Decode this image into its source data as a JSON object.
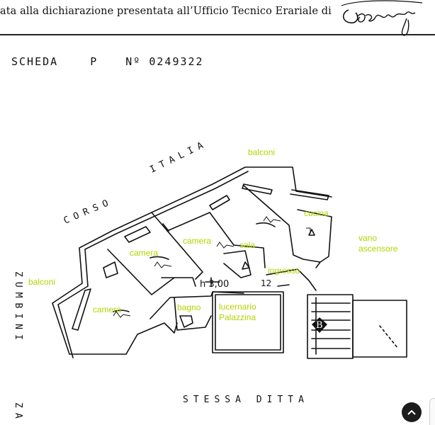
{
  "header": {
    "text": "ata alla dichiarazione presentata all’Ufficio Tecnico Erariale di",
    "signature": "Cosenza"
  },
  "scheda": {
    "label": "SCHEDA",
    "series": "P",
    "number_prefix": "Nº",
    "number": "0249322"
  },
  "streets": {
    "corso": "CORSO",
    "italia": "ITALIA",
    "zumbini": "ZUMBINI",
    "bottom": "STESSA DITTA",
    "corner": "ZA"
  },
  "plan_texts": {
    "height": "h 3,00",
    "step": "12",
    "stair_mark": "B"
  },
  "rooms": {
    "balconi_top": "balconi",
    "balconi_left": "balconi",
    "camera_1": "camera",
    "camera_2": "camera",
    "camera_3": "camera",
    "sala": "sala",
    "cucina": "cucina",
    "ingresso": "ingresso",
    "bagno": "bagno",
    "lucernario": "lucernario",
    "palazzina": "Palazzina",
    "vano": "vano",
    "ascensore": "ascensore"
  },
  "colors": {
    "room_label": "#b5d200",
    "ink": "#111111"
  },
  "icons": {
    "scroll_button": "chevron-up-icon"
  }
}
